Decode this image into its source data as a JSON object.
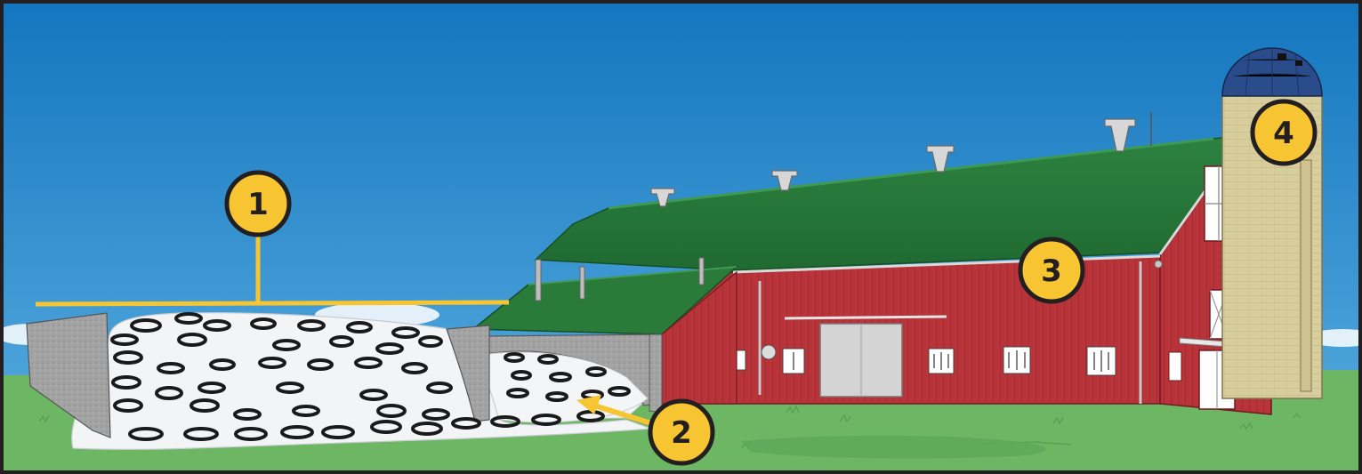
{
  "colors": {
    "frame": "#231f20",
    "sky_top": "#1778c0",
    "sky_bottom": "#4fa6dc",
    "grass": "#6cb664",
    "grass_dark": "#4f9a4c",
    "barn_red": "#b8343a",
    "roof_green": "#2a7a3a",
    "callout_yellow": "#f6c531",
    "silo_body": "#d9cf9e",
    "silo_dome": "#2a4c8a",
    "concrete": "#9a9a9a",
    "silage_cover": "#f2f4f6",
    "tire": "#1a1a1a"
  },
  "callouts": [
    {
      "label": "1",
      "icon": "bunker-silo-span-bracket"
    },
    {
      "label": "2",
      "icon": "arrow-to-drive-over-pile"
    },
    {
      "label": "3",
      "icon": "barn"
    },
    {
      "label": "4",
      "icon": "tower-silo"
    }
  ]
}
